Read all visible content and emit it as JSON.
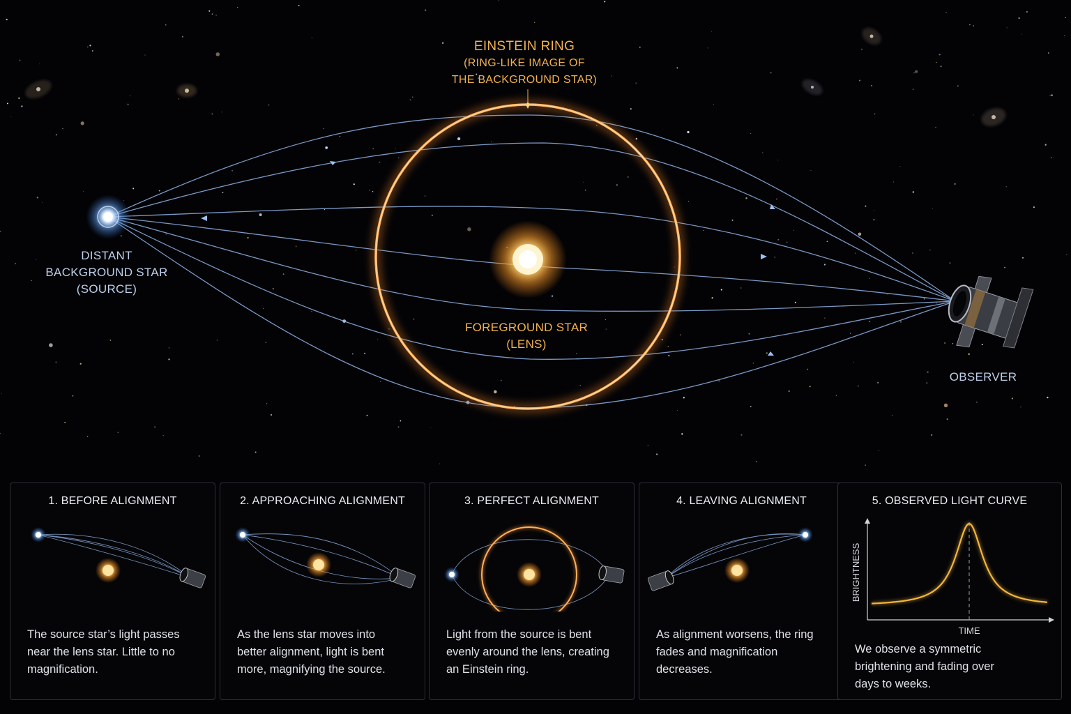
{
  "labels": {
    "source": [
      "DISTANT",
      "BACKGROUND STAR",
      "(SOURCE)"
    ],
    "ring_title": "EINSTEIN RING",
    "ring_sub": [
      "(RING-LIKE IMAGE OF",
      "THE BACKGROUND STAR)"
    ],
    "lens": [
      "FOREGROUND STAR",
      "(LENS)"
    ],
    "observer": "OBSERVER"
  },
  "colors": {
    "source_blue": "#a9cfff",
    "lens_gold": "#ffc24a",
    "ring_orange": "#ff9a3c",
    "ray_blue": "#8fb3e6",
    "curve_gold": "#f5b53a"
  },
  "panels": [
    {
      "title": "1. BEFORE ALIGNMENT",
      "text": [
        "The source star’s light passes",
        "near the lens star. Little to no",
        "magnification."
      ]
    },
    {
      "title": "2. APPROACHING ALIGNMENT",
      "text": [
        "As the lens star moves into",
        "better alignment, light is bent",
        "more, magnifying the source."
      ]
    },
    {
      "title": "3. PERFECT ALIGNMENT",
      "text": [
        "Light from the source is bent",
        "evenly around the lens, creating",
        "an Einstein ring."
      ]
    },
    {
      "title": "4. LEAVING ALIGNMENT",
      "text": [
        "As alignment worsens, the ring",
        "fades and magnification",
        "decreases."
      ]
    },
    {
      "title": "5. OBSERVED LIGHT CURVE",
      "text": [
        "We observe a symmetric",
        "brightening and fading over",
        "days to weeks."
      ],
      "xlabel": "TIME",
      "ylabel": "BRIGHTNESS"
    }
  ]
}
